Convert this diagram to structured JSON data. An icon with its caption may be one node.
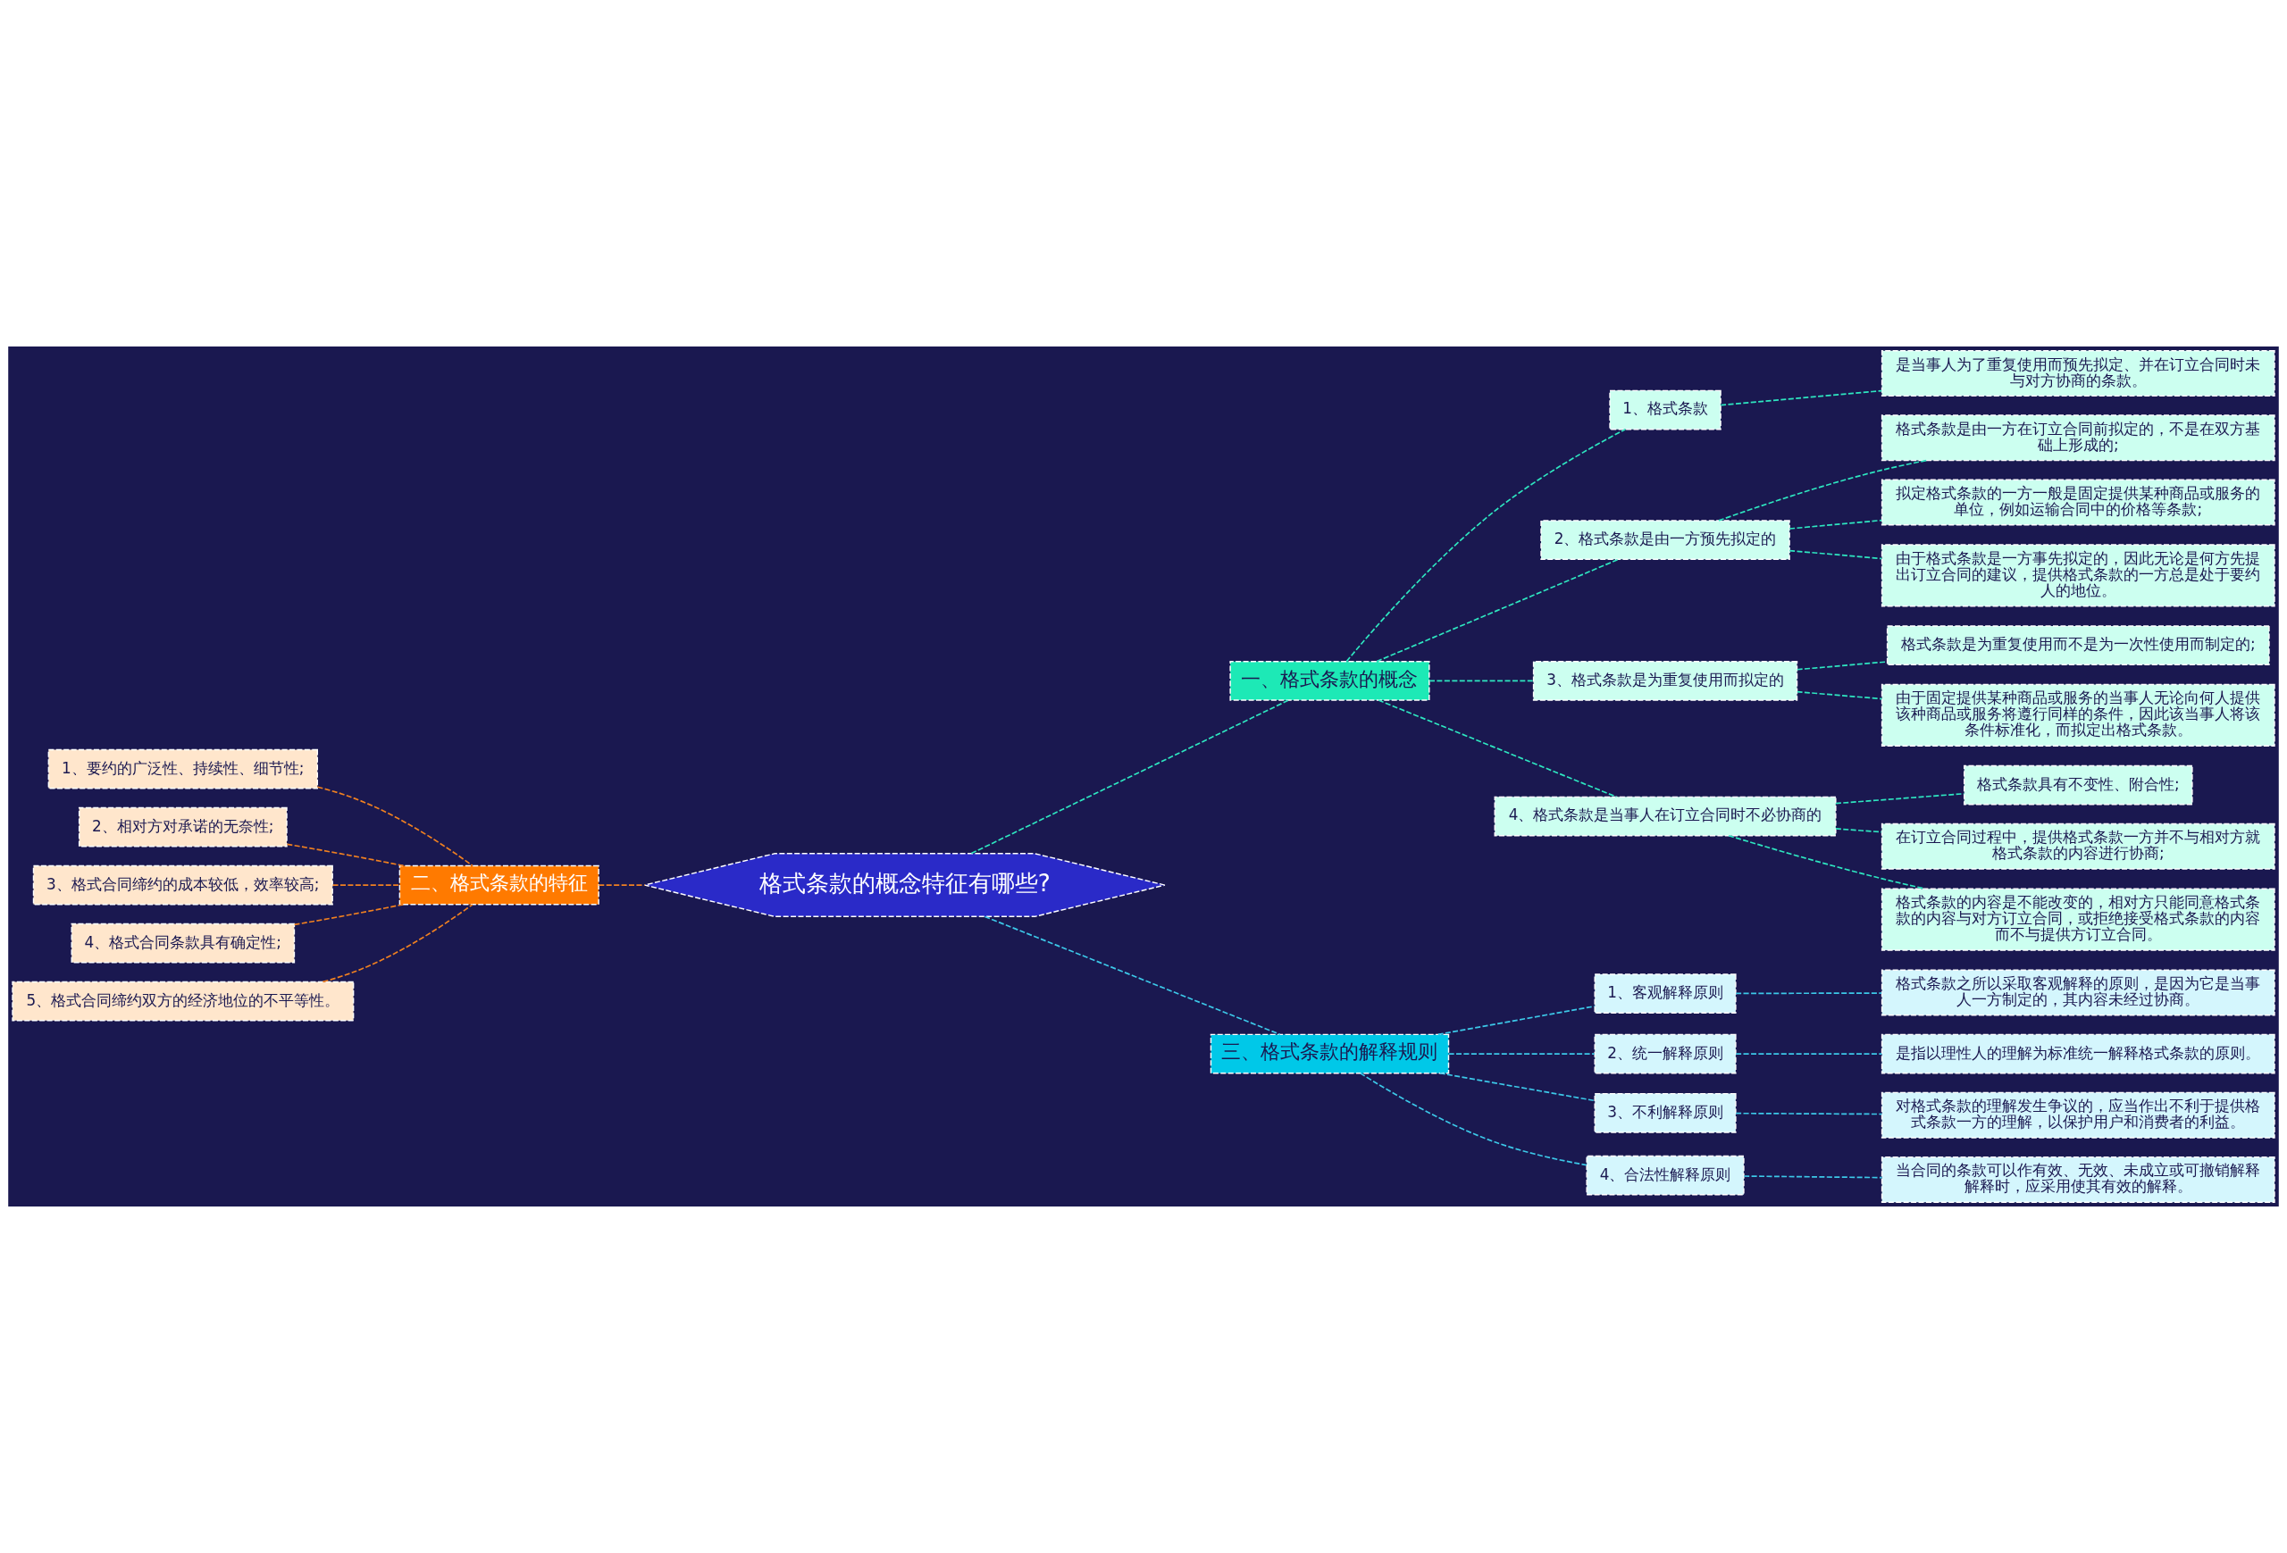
{
  "diagram": {
    "nodes": [
      {
        "text": [
          "格式条款的概念特征有哪些?"
        ]
      },
      {
        "text": [
          "一、格式条款的概念"
        ]
      },
      {
        "text": [
          "1、格式条款"
        ]
      },
      {
        "text": [
          "是当事人为了重复使用而预先拟定、并在订立合同时未与对方协商的条款。"
        ]
      },
      {
        "text": [
          "2、格式条款是由一方预先拟定的"
        ]
      },
      {
        "text": [
          "格式条款是由一方在订立合同前拟定的，不是在双方基础上形成的;"
        ]
      },
      {
        "text": [
          "拟定格式条款的一方一般是固定提供某种商品或服务的单位，例如运输合同中的价格等条款;"
        ]
      },
      {
        "text": [
          "由于格式条款是一方事先拟定的，因此无论是何方先提出订立合同的建议，提供格式条款的一方总是处于要约人的地位。"
        ]
      },
      {
        "text": [
          "3、格式条款是为重复使用而拟定的"
        ]
      },
      {
        "text": [
          "格式条款是为重复使用而不是为一次性使用而制定的;"
        ]
      },
      {
        "text": [
          "由于固定提供某种商品或服务的当事人无论向何人提供该种商品或服务将遵行同样的条件，因此该当事人将该条件标准化，而拟定出格式条款。"
        ]
      },
      {
        "text": [
          "4、格式条款是当事人在订立合同时不必协商的"
        ]
      },
      {
        "text": [
          "格式条款具有不变性、附合性;"
        ]
      },
      {
        "text": [
          "在订立合同过程中，提供格式条款一方并不与相对方就格式条款的内容进行协商;"
        ]
      },
      {
        "text": [
          "格式条款的内容是不能改变的，相对方只能同意格式条款的内容与对方订立合同，或拒绝接受格式条款的内容而不与提供方订立合同。"
        ]
      },
      {
        "text": [
          "二、格式条款的特征"
        ]
      },
      {
        "text": [
          "1、要约的广泛性、持续性、细节性;"
        ]
      },
      {
        "text": [
          "2、相对方对承诺的无奈性;"
        ]
      },
      {
        "text": [
          "3、格式合同缔约的成本较低，效率较高;"
        ]
      },
      {
        "text": [
          "4、格式合同条款具有确定性;"
        ]
      },
      {
        "text": [
          "5、格式合同缔约双方的经济地位的不平等性。"
        ]
      },
      {
        "text": [
          "三、格式条款的解释规则"
        ]
      },
      {
        "text": [
          "1、客观解释原则"
        ]
      },
      {
        "text": [
          "格式条款之所以采取客观解释的原则，是因为它是当事人一方制定的，其内容未经过协商。"
        ]
      },
      {
        "text": [
          "2、统一解释原则"
        ]
      },
      {
        "text": [
          "是指以理性人的理解为标准统一解释格式条款的原则。"
        ]
      },
      {
        "text": [
          "3、不利解释原则"
        ]
      },
      {
        "text": [
          "对格式条款的理解发生争议的，应当作出不利于提供格式条款一方的理解，以保护用户和消费者的利益。"
        ]
      },
      {
        "text": [
          "4、合法性解释原则"
        ]
      },
      {
        "text": [
          "当合同的条款可以作有效、无效、未成立或可撤销解释解释时，应采用使其有效的解释。"
        ]
      }
    ],
    "edges": [
      {
        "from": 0,
        "to": 1,
        "arrow": "none",
        "style": "dashed"
      },
      {
        "from": 1,
        "to": 2,
        "arrow": "none",
        "style": "dashed"
      },
      {
        "from": 2,
        "to": 3,
        "arrow": "none",
        "style": "dashed"
      },
      {
        "from": 1,
        "to": 4,
        "arrow": "none",
        "style": "dashed"
      },
      {
        "from": 4,
        "to": 5,
        "arrow": "none",
        "style": "dashed"
      },
      {
        "from": 4,
        "to": 6,
        "arrow": "none",
        "style": "dashed"
      },
      {
        "from": 4,
        "to": 7,
        "arrow": "none",
        "style": "dashed"
      },
      {
        "from": 1,
        "to": 8,
        "arrow": "none",
        "style": "dashed"
      },
      {
        "from": 8,
        "to": 9,
        "arrow": "none",
        "style": "dashed"
      },
      {
        "from": 8,
        "to": 10,
        "arrow": "none",
        "style": "dashed"
      },
      {
        "from": 1,
        "to": 11,
        "arrow": "none",
        "style": "dashed"
      },
      {
        "from": 11,
        "to": 12,
        "arrow": "none",
        "style": "dashed"
      },
      {
        "from": 11,
        "to": 13,
        "arrow": "none",
        "style": "dashed"
      },
      {
        "from": 11,
        "to": 14,
        "arrow": "none",
        "style": "dashed"
      },
      {
        "from": 0,
        "to": 15,
        "arrow": "none",
        "style": "dashed",
        "color": "#f08020"
      },
      {
        "from": 15,
        "to": 16,
        "arrow": "none",
        "style": "dashed",
        "color": "#f08020"
      },
      {
        "from": 15,
        "to": 17,
        "arrow": "none",
        "style": "dashed",
        "color": "#f08020"
      },
      {
        "from": 15,
        "to": 18,
        "arrow": "none",
        "style": "dashed",
        "color": "#f08020"
      },
      {
        "from": 15,
        "to": 19,
        "arrow": "none",
        "style": "dashed",
        "color": "#f08020"
      },
      {
        "from": 15,
        "to": 20,
        "arrow": "none",
        "style": "dashed",
        "color": "#f08020"
      },
      {
        "from": 0,
        "to": 21,
        "arrow": "none",
        "style": "dashed",
        "color": "#3cc8e8"
      },
      {
        "from": 21,
        "to": 22,
        "arrow": "none",
        "style": "dashed",
        "color": "#3cc8e8"
      },
      {
        "from": 22,
        "to": 23,
        "arrow": "none",
        "style": "dashed",
        "color": "#3cc8e8"
      },
      {
        "from": 21,
        "to": 24,
        "arrow": "none",
        "style": "dashed",
        "color": "#3cc8e8"
      },
      {
        "from": 24,
        "to": 25,
        "arrow": "none",
        "style": "dashed",
        "color": "#3cc8e8"
      },
      {
        "from": 21,
        "to": 26,
        "arrow": "none",
        "style": "dashed",
        "color": "#3cc8e8"
      },
      {
        "from": 26,
        "to": 27,
        "arrow": "none",
        "style": "dashed",
        "color": "#3cc8e8"
      },
      {
        "from": 21,
        "to": 28,
        "arrow": "none",
        "style": "dashed",
        "color": "#3cc8e8"
      },
      {
        "from": 28,
        "to": 29,
        "arrow": "none",
        "style": "dashed",
        "color": "#3cc8e8"
      }
    ]
  }
}
